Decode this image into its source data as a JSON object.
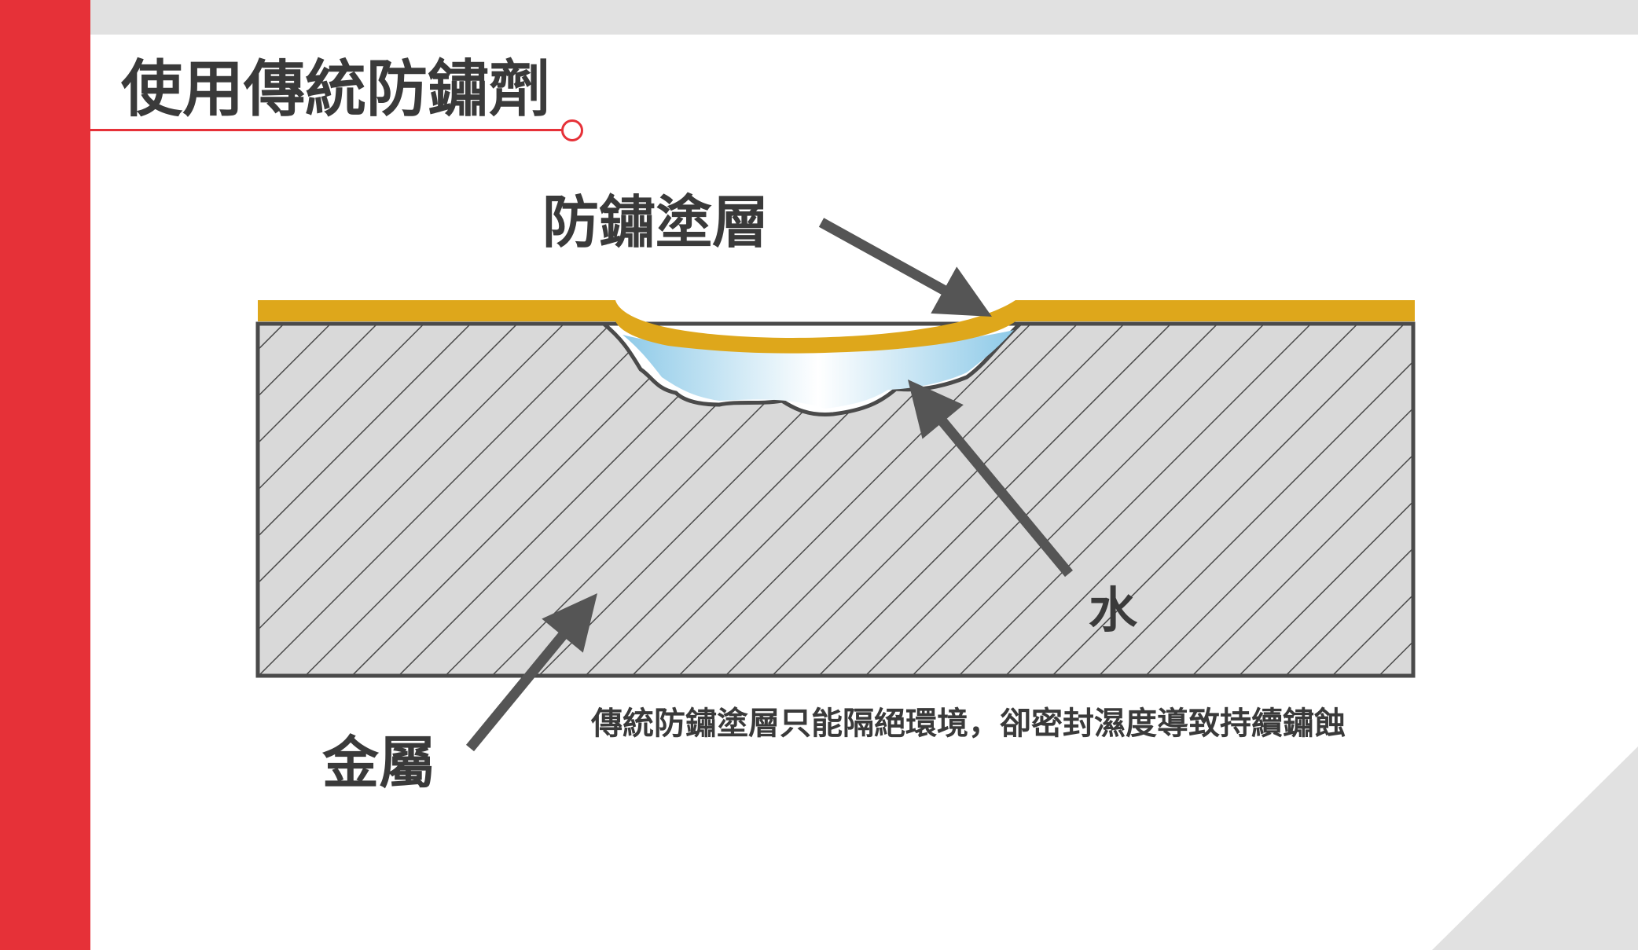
{
  "title": "使用傳統防鏽劑",
  "labels": {
    "coating": "防鏽塗層",
    "water": "水",
    "metal": "金屬"
  },
  "caption": "傳統防鏽塗層只能隔絕環境，卻密封濕度導致持續鏽蝕",
  "colors": {
    "accent_red": "#e63138",
    "coating_gold": "#dea71b",
    "metal_fill": "#d9d9d9",
    "outline_dark": "#4a4a4a",
    "water_blue": "#8ecae8",
    "arrow_gray": "#555555"
  }
}
